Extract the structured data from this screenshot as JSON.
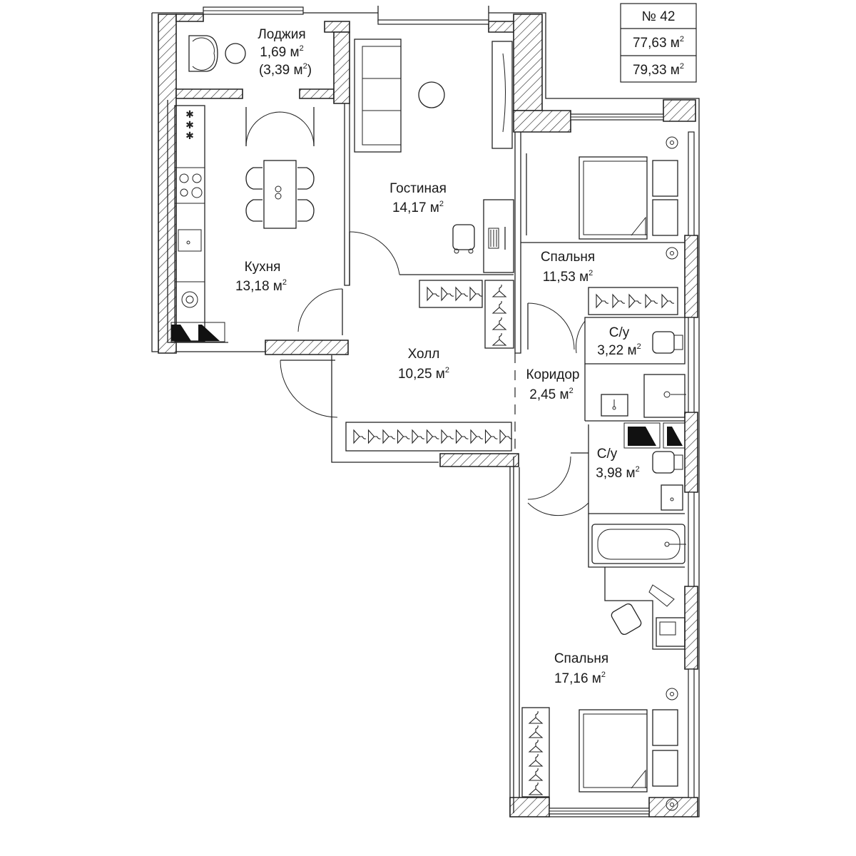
{
  "info": {
    "number": "№ 42",
    "area_living": "77,63 м",
    "area_total": "79,33 м",
    "sup": "2"
  },
  "rooms": [
    {
      "key": "loggia",
      "name": "Лоджия",
      "area": "1,69 м",
      "extra": "(3,39 м",
      "extra_close": ")"
    },
    {
      "key": "kitchen",
      "name": "Кухня",
      "area": "13,18 м"
    },
    {
      "key": "living",
      "name": "Гостиная",
      "area": "14,17 м"
    },
    {
      "key": "bedroom1",
      "name": "Спальня",
      "area": "11,53 м"
    },
    {
      "key": "hall",
      "name": "Холл",
      "area": "10,25 м"
    },
    {
      "key": "corridor",
      "name": "Коридор",
      "area": "2,45 м"
    },
    {
      "key": "wc1",
      "name": "С/у",
      "area": "3,22 м"
    },
    {
      "key": "wc2",
      "name": "С/у",
      "area": "3,98 м"
    },
    {
      "key": "bedroom2",
      "name": "Спальня",
      "area": "17,16 м"
    }
  ]
}
